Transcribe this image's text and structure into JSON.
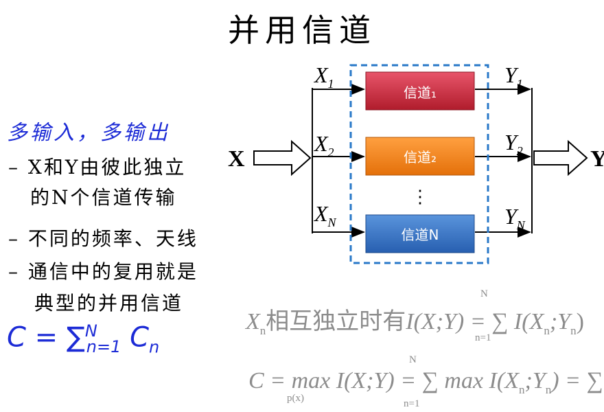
{
  "title": "并用信道",
  "heading": "多输入，多输出",
  "bullets": [
    {
      "dash": "–",
      "line1": "X和Y由彼此独立",
      "line2": "的N个信道传输"
    },
    {
      "dash": "–",
      "line1": "不同的频率、天线"
    },
    {
      "dash": "–",
      "line1": "通信中的复用就是",
      "line2": "典型的并用信道"
    }
  ],
  "capacity_formula": {
    "lhs": "C = ",
    "sum": "∑",
    "upper": "N",
    "lower": "n=1",
    "term": "C",
    "term_sub": "n"
  },
  "diagram": {
    "input_label": "X",
    "output_label": "Y",
    "channels": [
      {
        "label": "信道₁",
        "in": "X",
        "in_sub": "1",
        "out": "Y",
        "out_sub": "1",
        "color": "#d4263a"
      },
      {
        "label": "信道₂",
        "in": "X",
        "in_sub": "2",
        "out": "Y",
        "out_sub": "2",
        "color": "#f07f12"
      },
      {
        "label": "信道N",
        "in": "X",
        "in_sub": "N",
        "out": "Y",
        "out_sub": "N",
        "color": "#2f6fc4"
      }
    ],
    "ellipsis": "⋮",
    "dashed_color": "#2878c8"
  },
  "equations": {
    "eq1": {
      "lhs": "X",
      "lhs_sub": "n",
      "text": "相互独立时有",
      "rhs": "I(X;Y) = ∑ I(X",
      "rhs_sub": "n",
      "rhs_tail": ";Y",
      "rhs_tail_sub": "n",
      "close": ")",
      "upper": "N",
      "lower": "n=1"
    },
    "eq2": {
      "part1": "C = max I(X;Y) = ∑ max I(X",
      "sub_n": "n",
      "part2": ";Y",
      "part3": ") = ∑ C",
      "under_max": "p(x)",
      "upper": "N",
      "lower": "n=1"
    }
  }
}
